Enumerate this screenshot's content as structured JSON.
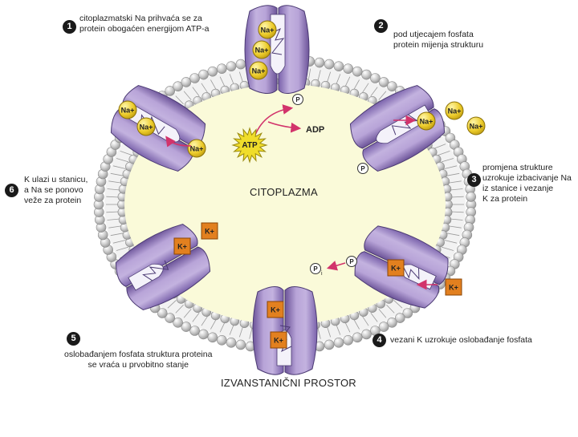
{
  "steps": [
    {
      "number": "1",
      "text": "citoplazmatski Na prihvaća se za\nprotein obogaćen energijom ATP-a"
    },
    {
      "number": "2",
      "text": "pod utjecajem fosfata\nprotein mijenja strukturu"
    },
    {
      "number": "3",
      "text": "promjena strukture\nuzrokuje izbacivanje Na\niz stanice i vezanje\nK za protein"
    },
    {
      "number": "4",
      "text": "vezani K uzrokuje oslobađanje fosfata"
    },
    {
      "number": "5",
      "text": "oslobađanjem fosfata struktura proteina\nse vraća u prvobitno stanje"
    },
    {
      "number": "6",
      "text": "K ulazi u stanicu,\na Na se ponovo\nveže za protein"
    }
  ],
  "regions": {
    "cytoplasm": "CITOPLAZMA",
    "extracellular": "IZVANSTANIČNI PROSTOR"
  },
  "molecules": {
    "atp": "ATP",
    "adp": "ADP",
    "phosphate": "P",
    "pi_sub": "i",
    "sodium": "Na+",
    "potassium": "K+"
  },
  "colors": {
    "cytoplasm_fill": "#fafad9",
    "membrane_head": "#c8c8c8",
    "protein_fill": "#b9a5d6",
    "protein_dark": "#6e55a0",
    "sodium_fill": "#e8c825",
    "potassium_fill": "#e2801f",
    "atp_fill": "#f0dd2a",
    "arrow": "#d2336b"
  }
}
